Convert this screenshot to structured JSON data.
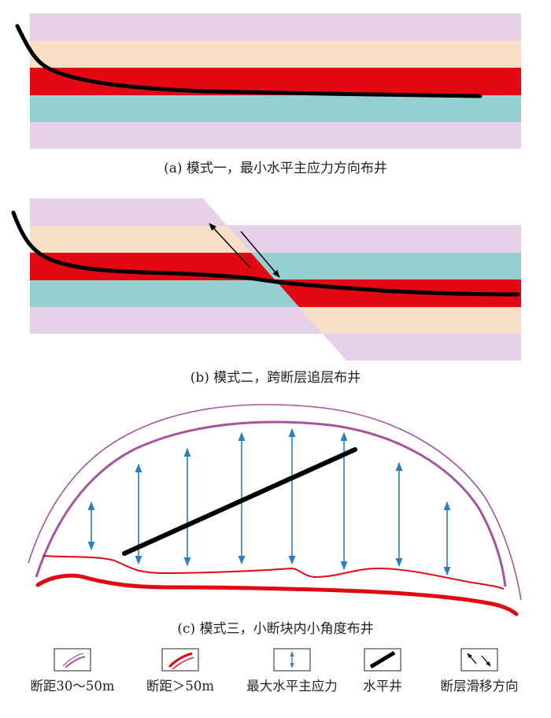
{
  "colors": {
    "purple_layer": "#e7d1e8",
    "tan_layer": "#f8dfc6",
    "red_layer": "#e30613",
    "teal_layer": "#96cfd1",
    "well": "#000000",
    "fault_small": "#a5559f",
    "fault_large": "#e30613",
    "stress_arrow": "#2b7ec0"
  },
  "panels": {
    "a": {
      "caption": "(a) 模式一，最小水平主应力方向布井"
    },
    "b": {
      "caption": "(b) 模式二，跨断层追层布井"
    },
    "c": {
      "caption": "(c) 模式三，小断块内小角度布井"
    }
  },
  "legend": [
    {
      "icon": "small-fault-icon",
      "label": "断距30～50m"
    },
    {
      "icon": "large-fault-icon",
      "label": "断距＞50m"
    },
    {
      "icon": "stress-arrow-icon",
      "label": "最大水平主应力"
    },
    {
      "icon": "horizontal-well-icon",
      "label": "水平井"
    },
    {
      "icon": "fault-slip-icon",
      "label": "断层滑移方向"
    }
  ]
}
